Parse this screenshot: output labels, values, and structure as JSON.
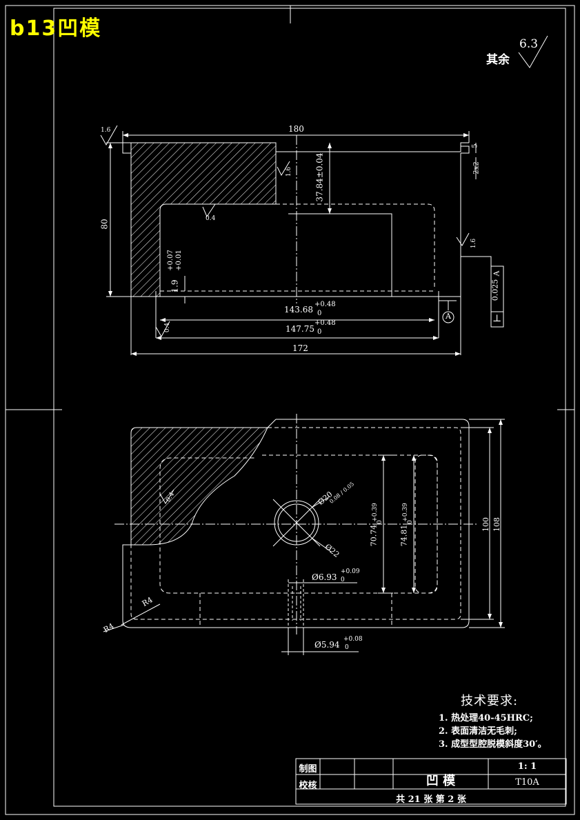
{
  "header": {
    "title": "b13凹模"
  },
  "surface_finish": {
    "label": "其余",
    "value": "6.3"
  },
  "front_view": {
    "dims": {
      "width_top": "180",
      "height": "80",
      "depth": "37.84±0.04",
      "step": "1.9",
      "step_tol_upper": "+0.07",
      "step_tol_lower": "+0.01",
      "cavity_width": "143.68",
      "cavity_tol_upper": "+0.48",
      "cavity_tol_lower": "0",
      "open_width": "147.75",
      "open_tol_upper": "+0.48",
      "open_tol_lower": "0",
      "base_width": "172",
      "rim_5": "5",
      "chamfer": "2x2"
    },
    "roughness": [
      "1.6",
      "1.6",
      "0.4",
      "0.4",
      "1.6"
    ],
    "datum": "A",
    "geometric_tolerance": {
      "symbol": "⊥",
      "value": "0.025",
      "datum": "A"
    }
  },
  "top_view": {
    "dims": {
      "hole_dia": "Ø20",
      "hole_tol": "0.08 / 0.05",
      "bore_22": "Ø22",
      "inner_70": "70.74",
      "inner_70_tol": "+0.39",
      "inner_70_low": "0",
      "inner_74": "74.81",
      "inner_74_tol": "+0.39",
      "inner_74_low": "0",
      "outer_100": "100",
      "outer_108": "108",
      "pin_693": "Ø6.93",
      "pin_693_tol": "+0.09",
      "pin_693_low": "0",
      "pin_594": "Ø5.94",
      "pin_594_tol": "+0.08",
      "pin_594_low": "0",
      "r4a": "R4",
      "r4b": "R4"
    },
    "roughness": "0.4"
  },
  "tech_requirements": {
    "heading": "技术要求:",
    "items": [
      "1.  热处理40-45HRC;",
      "2.  表面清洁无毛刺;",
      "3.  成型型腔脱模斜度30′。"
    ]
  },
  "title_block": {
    "drawn": "制图",
    "checked": "校核",
    "part_name": "凹  模",
    "scale": "1: 1",
    "material": "T10A",
    "sheets": "共 21 张  第 2 张"
  }
}
